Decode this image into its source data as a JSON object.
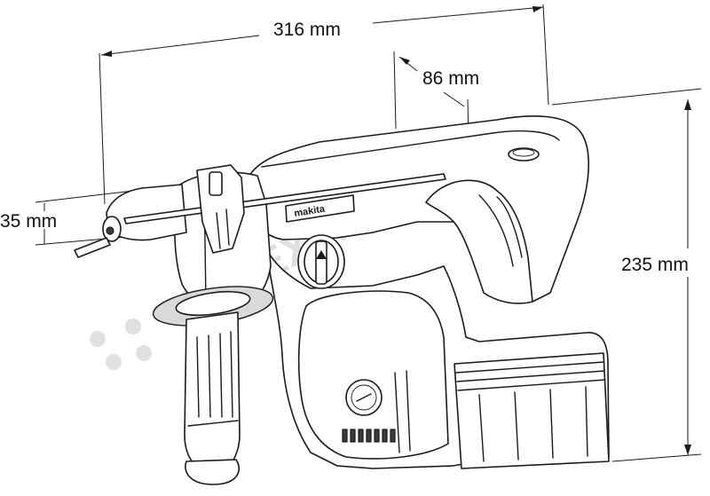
{
  "dimensions": {
    "length": "316 mm",
    "handle_offset": "86 mm",
    "height": "235 mm",
    "chuck": "35 mm"
  },
  "brand": "makita",
  "watermark": "SAREX nardadi.cz",
  "colors": {
    "line": "#1a1a1a",
    "watermark": "#c8c8c8",
    "background": "#ffffff"
  }
}
